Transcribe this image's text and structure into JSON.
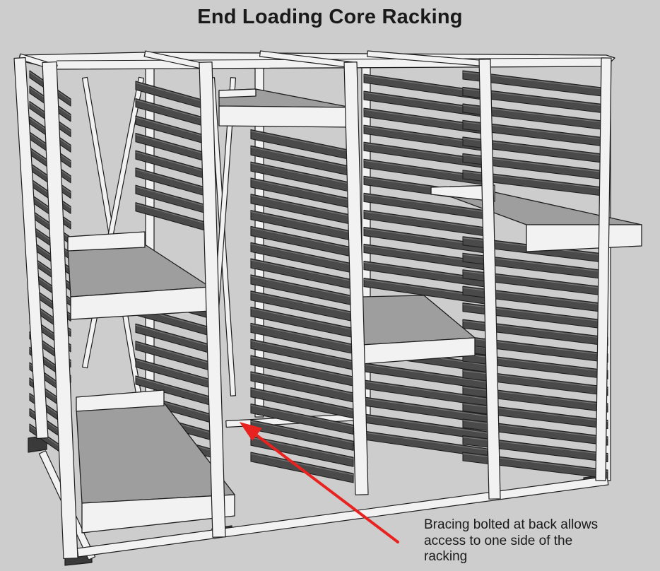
{
  "diagram": {
    "title": "End Loading Core Racking",
    "annotation": {
      "lines": [
        "Bracing bolted at back allows",
        "access to one side of the",
        "racking"
      ],
      "arrow_color": "#e8221e"
    },
    "colors": {
      "background": "#cdcdcd",
      "frame": "#f2f2f2",
      "outline": "#1e1e1e",
      "shelf_dark": "#4a4a4a",
      "tray_floor": "#9e9e9e"
    }
  }
}
